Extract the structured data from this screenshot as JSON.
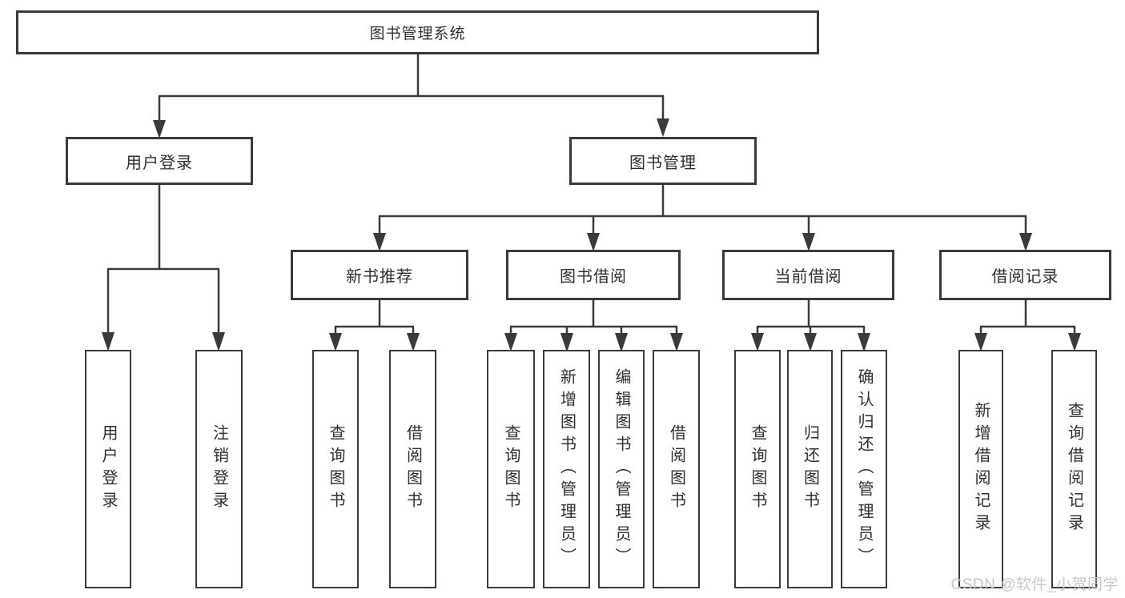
{
  "tree": {
    "root": {
      "label": "图书管理系统"
    },
    "branches": [
      {
        "label": "用户登录",
        "children": [
          {
            "label": "用户登录"
          },
          {
            "label": "注销登录"
          }
        ]
      },
      {
        "label": "图书管理",
        "children": [
          {
            "label": "新书推荐",
            "children": [
              {
                "label": "查询图书"
              },
              {
                "label": "借阅图书"
              }
            ]
          },
          {
            "label": "图书借阅",
            "children": [
              {
                "label": "查询图书"
              },
              {
                "label": "新增图书（管理员）"
              },
              {
                "label": "编辑图书（管理员）"
              },
              {
                "label": "借阅图书"
              }
            ]
          },
          {
            "label": "当前借阅",
            "children": [
              {
                "label": "查询图书"
              },
              {
                "label": "归还图书"
              },
              {
                "label": "确认归还（管理员）"
              }
            ]
          },
          {
            "label": "借阅记录",
            "children": [
              {
                "label": "新增借阅记录"
              },
              {
                "label": "查询借阅记录"
              }
            ]
          }
        ]
      }
    ]
  },
  "watermark": {
    "text": "CSDN @软件_小贺同学"
  },
  "colors": {
    "line": "#3a3a3a",
    "text": "#2f2f33",
    "background": "#ffffff",
    "watermark": "#c9c6c6"
  }
}
